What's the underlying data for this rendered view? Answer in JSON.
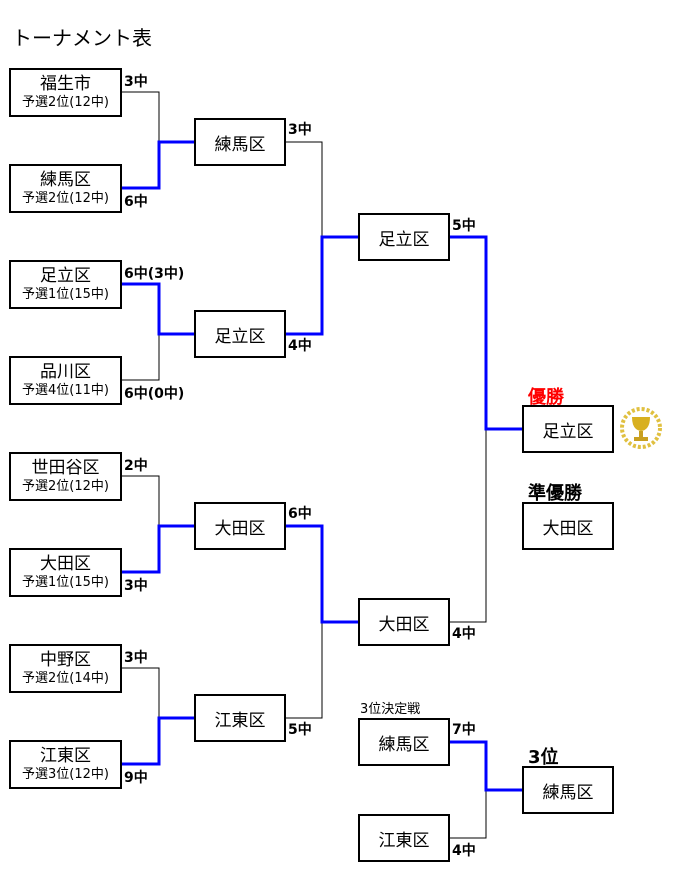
{
  "title": "トーナメント表",
  "round1": [
    {
      "name": "福生市",
      "sub": "予選2位(12中)",
      "score": "3中"
    },
    {
      "name": "練馬区",
      "sub": "予選2位(12中)",
      "score": "6中"
    },
    {
      "name": "足立区",
      "sub": "予選1位(15中)",
      "score": "6中(3中)"
    },
    {
      "name": "品川区",
      "sub": "予選4位(11中)",
      "score": "6中(0中)"
    },
    {
      "name": "世田谷区",
      "sub": "予選2位(12中)",
      "score": "2中"
    },
    {
      "name": "大田区",
      "sub": "予選1位(15中)",
      "score": "3中"
    },
    {
      "name": "中野区",
      "sub": "予選2位(14中)",
      "score": "3中"
    },
    {
      "name": "江東区",
      "sub": "予選3位(12中)",
      "score": "9中"
    }
  ],
  "round2": [
    {
      "name": "練馬区",
      "score": "3中"
    },
    {
      "name": "足立区",
      "score": "4中"
    },
    {
      "name": "大田区",
      "score": "6中"
    },
    {
      "name": "江東区",
      "score": "5中"
    }
  ],
  "semis": [
    {
      "name": "足立区",
      "score": "5中"
    },
    {
      "name": "大田区",
      "score": "4中"
    }
  ],
  "champion": {
    "label": "優勝",
    "name": "足立区",
    "icon": "trophy-icon"
  },
  "runner_up": {
    "label": "準優勝",
    "name": "大田区"
  },
  "third_match": {
    "label": "3位決定戦",
    "teams": [
      {
        "name": "練馬区",
        "score": "7中"
      },
      {
        "name": "江東区",
        "score": "4中"
      }
    ]
  },
  "third": {
    "label": "3位",
    "name": "練馬区"
  },
  "colors": {
    "win_line": "#0000ff",
    "champion_label": "#ff0000"
  }
}
